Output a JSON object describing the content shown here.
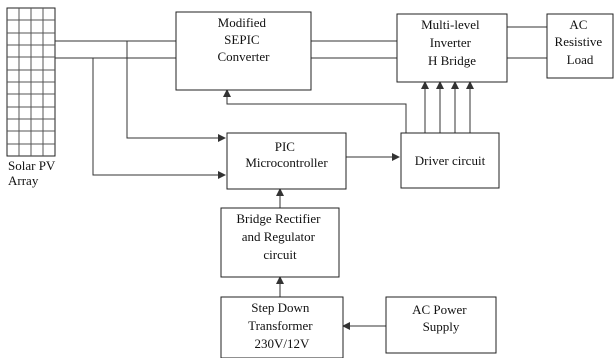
{
  "blocks": {
    "solar_pv": {
      "lines": [
        "Solar PV",
        "Array"
      ]
    },
    "sepic": {
      "lines": [
        "Modified",
        "SEPIC",
        "Converter"
      ]
    },
    "inverter": {
      "lines": [
        "Multi-level",
        "Inverter",
        "H Bridge"
      ]
    },
    "ac_load": {
      "lines": [
        "AC",
        "Resistive",
        "Load"
      ]
    },
    "pic": {
      "lines": [
        "PIC",
        "Microcontroller"
      ]
    },
    "driver": {
      "lines": [
        "Driver circuit"
      ]
    },
    "rectifier": {
      "lines": [
        "Bridge Rectifier",
        "and Regulator",
        "circuit"
      ]
    },
    "transformer": {
      "lines": [
        "Step Down",
        "Transformer",
        "230V/12V"
      ]
    },
    "ac_supply": {
      "lines": [
        "AC Power",
        "Supply"
      ]
    }
  }
}
